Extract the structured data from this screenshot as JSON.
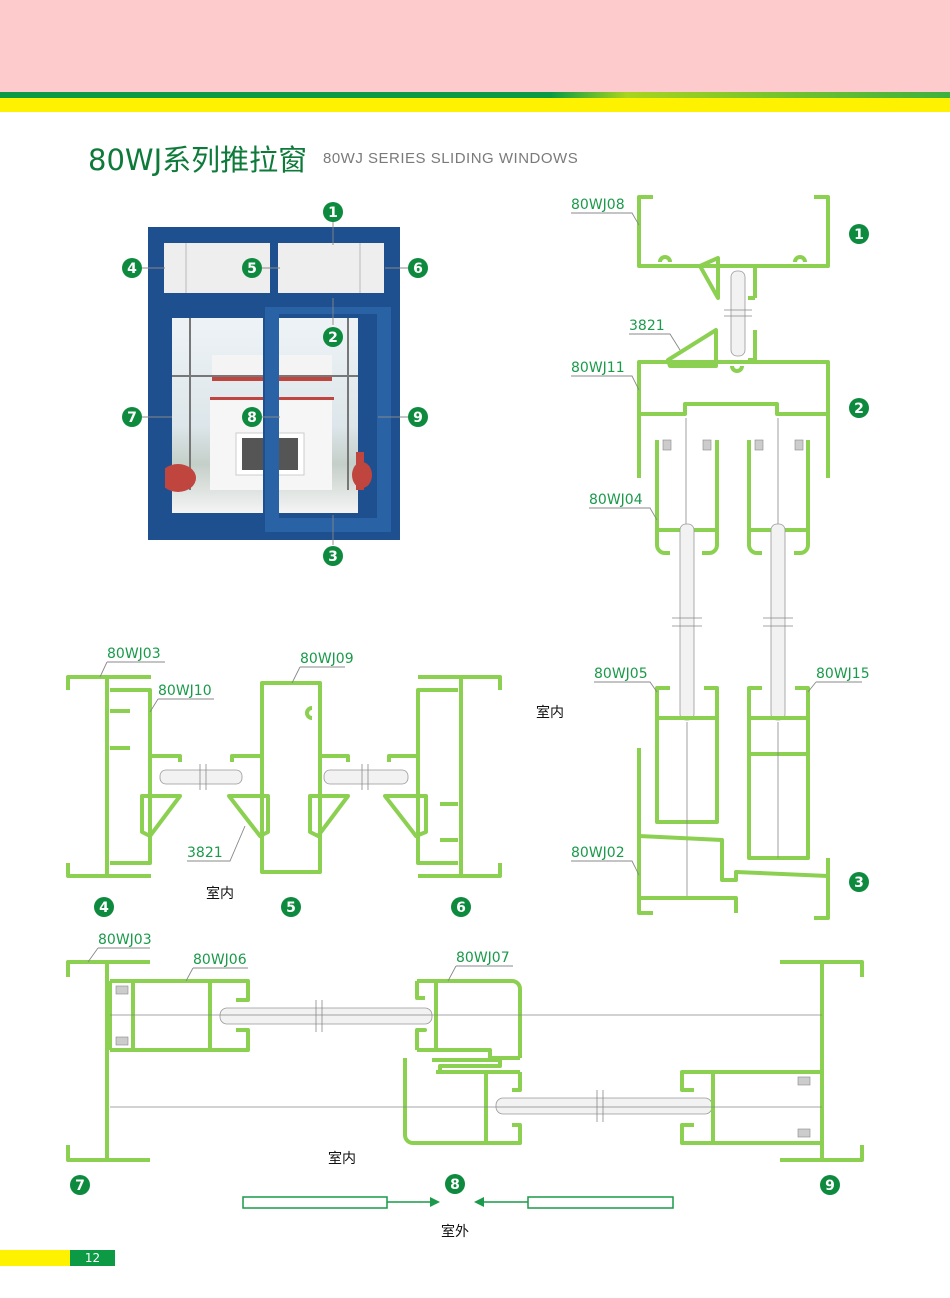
{
  "header": {
    "title_cn": "80WJ系列推拉窗",
    "title_en": "80WJ SERIES SLIDING WINDOWS",
    "colors": {
      "pink": "#fdcbcb",
      "green": "#0a9a45",
      "yellow": "#fff200",
      "profile": "#8bd050",
      "badge": "#0d8a3e"
    }
  },
  "badges": [
    "1",
    "2",
    "3",
    "4",
    "5",
    "6",
    "7",
    "8",
    "9"
  ],
  "labels": {
    "top_right": {
      "p1": "80WJ08",
      "p2": "3821",
      "p3": "80WJ11",
      "p4": "80WJ04",
      "p5": "80WJ05",
      "p6": "80WJ15",
      "p7": "80WJ02"
    },
    "mid_left": {
      "p1": "80WJ03",
      "p2": "80WJ10",
      "p3": "80WJ09",
      "p4": "3821"
    },
    "bottom": {
      "p1": "80WJ03",
      "p2": "80WJ06",
      "p3": "80WJ07"
    }
  },
  "text": {
    "indoor": "室内",
    "outdoor": "室外"
  },
  "footer": {
    "page_number": "12"
  }
}
